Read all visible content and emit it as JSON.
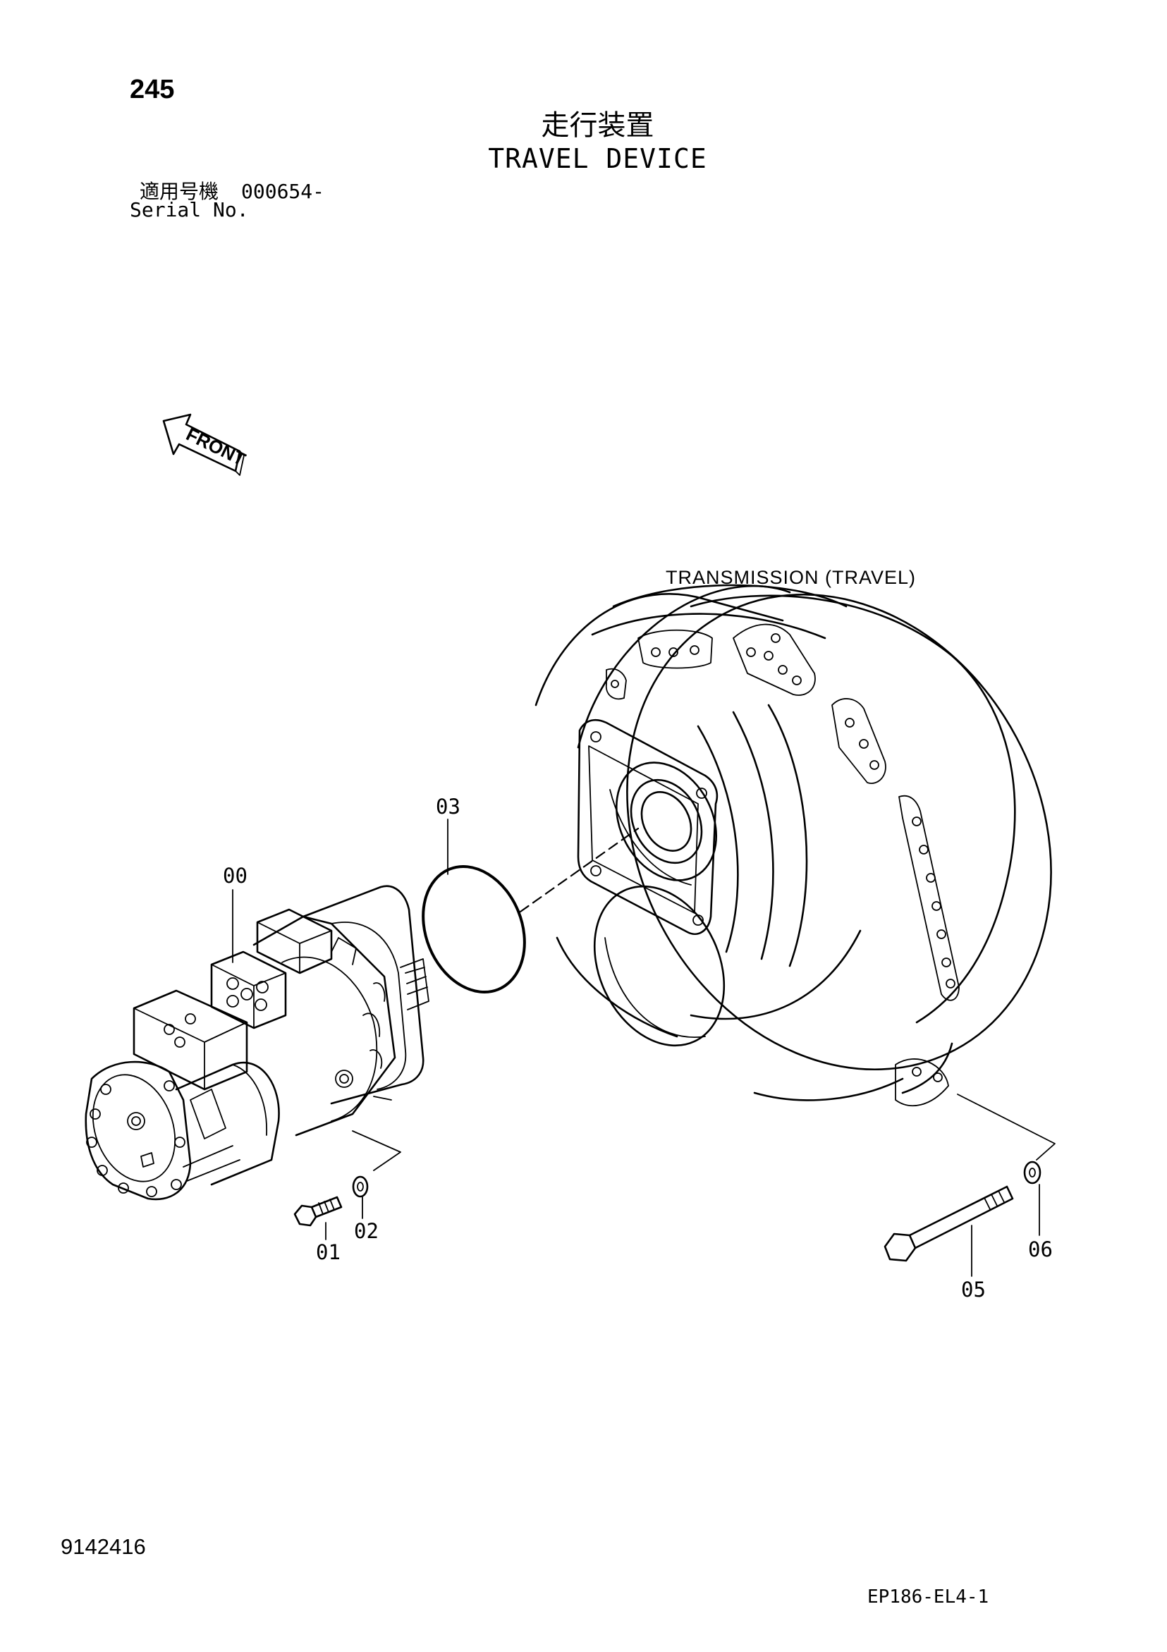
{
  "header": {
    "page_number": "245",
    "title_jp": "走行装置",
    "title_en": "TRAVEL DEVICE",
    "serial_label_jp": "適用号機",
    "serial_value": "000654-",
    "serial_label_en": "Serial No."
  },
  "front_arrow": {
    "label": "FRONT",
    "icon": "front-arrow-icon"
  },
  "diagram": {
    "assembly_label": "TRANSMISSION (TRAVEL)",
    "callouts": [
      {
        "id": "00",
        "part": "travel-motor"
      },
      {
        "id": "01",
        "part": "bolt"
      },
      {
        "id": "02",
        "part": "washer"
      },
      {
        "id": "03",
        "part": "o-ring"
      },
      {
        "id": "05",
        "part": "long-bolt"
      },
      {
        "id": "06",
        "part": "washer"
      }
    ]
  },
  "footer": {
    "drawing_number": "9142416",
    "sheet_code": "EP186-EL4-1"
  }
}
